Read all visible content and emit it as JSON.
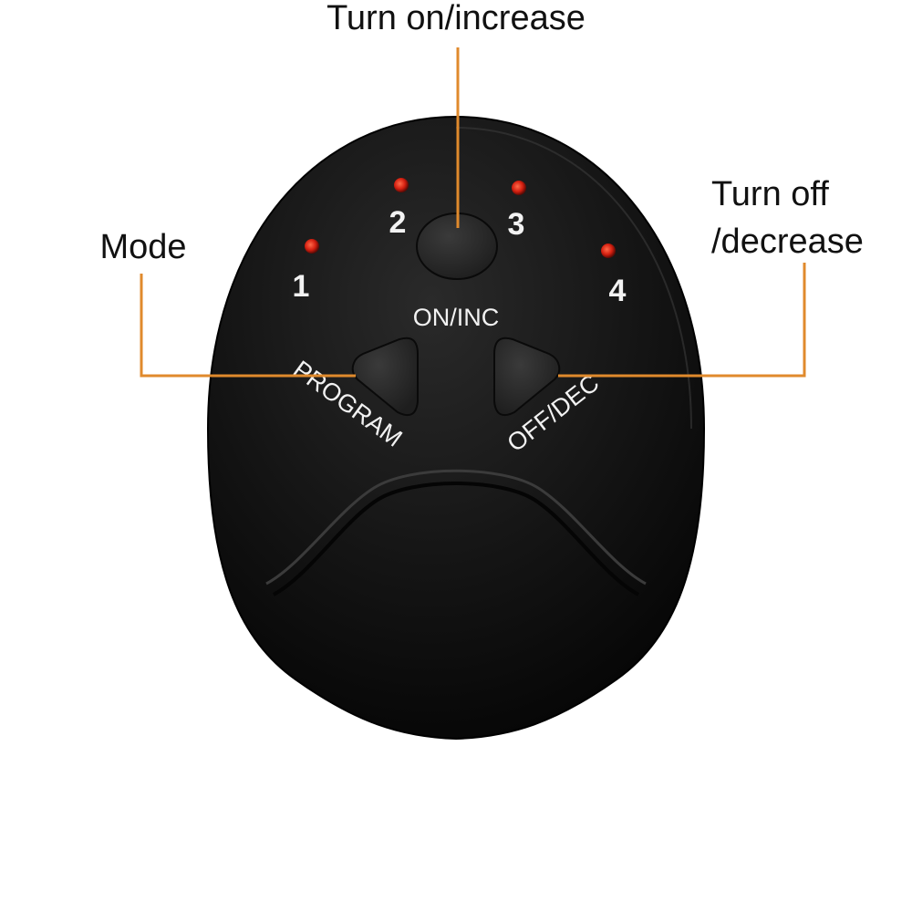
{
  "callouts": {
    "top": "Turn on/increase",
    "left": "Mode",
    "right_line1": "Turn off",
    "right_line2": "/decrease"
  },
  "device": {
    "led_numbers": [
      "1",
      "2",
      "3",
      "4"
    ],
    "center_button_label": "ON/INC",
    "left_button_label": "PROGRAM",
    "right_button_label": "OFF/DEC"
  },
  "colors": {
    "leader_line": "#e08a2c",
    "led": "#d41f10",
    "body": "#111111",
    "button": "#2c2c2c"
  },
  "icons": {
    "left_button": "triangle-left-icon",
    "right_button": "triangle-right-icon",
    "center_button": "round-button-icon"
  }
}
